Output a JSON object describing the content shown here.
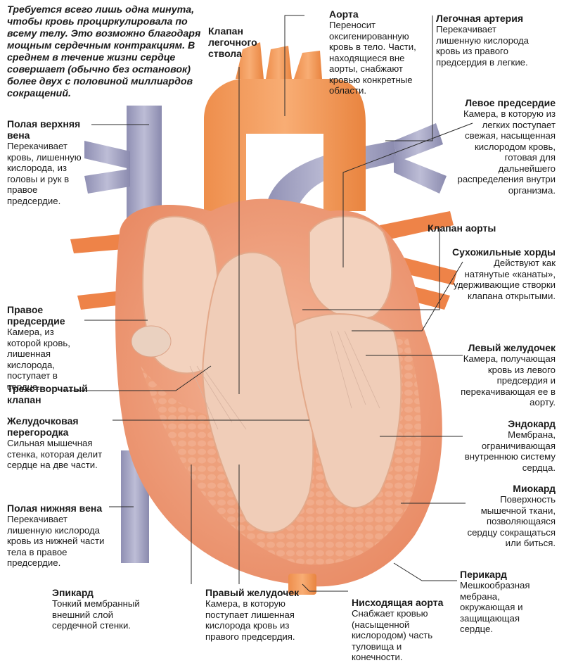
{
  "intro": "Требуется всего лишь одна минута, чтобы кровь проциркулировала по всему телу. Это возможно благодаря мощным сердечным контракциям. В среднем в течение жизни сердце совершает (обычно без остановок) более двух с половиной миллиардов сокращений.",
  "labels": {
    "svc": {
      "title": "Полая верхняя вена",
      "desc": "Перекачивает кровь, лишенную кислорода, из головы и рук в правое предсердие."
    },
    "pulm_valve": {
      "title": "Клапан легочного ствола"
    },
    "aorta": {
      "title": "Аорта",
      "desc": "Переносит оксигенированную кровь в тело. Части, находящиеся вне аорты, снабжают кровью конкретные области."
    },
    "pulm_artery": {
      "title": "Легочная артерия",
      "desc": "Перекачивает лишенную кислорода кровь из правого предсердия в легкие."
    },
    "left_atrium": {
      "title": "Левое предсердие",
      "desc": "Камера, в которую из легких поступает свежая, насыщенная кислородом кровь, готовая для дальнейшего распределения внутри организма."
    },
    "aortic_valve": {
      "title": "Клапан аорты"
    },
    "chordae": {
      "title": "Сухожильные хорды",
      "desc": "Действуют как натянутые «канаты», удерживающие створки клапана открытыми."
    },
    "right_atrium": {
      "title": "Правое предсердие",
      "desc": "Камера, из которой кровь, лишенная кислорода, поступает в сердце."
    },
    "tricuspid": {
      "title": "Трехстворчатый клапан"
    },
    "left_ventricle": {
      "title": "Левый желудочек",
      "desc": "Камера, получающая кровь из левого предсердия и перекачивающая ее в аорту."
    },
    "septum": {
      "title": "Желудочковая перегородка",
      "desc": "Сильная мышечная стенка, которая делит сердце на две части."
    },
    "endocardium": {
      "title": "Эндокард",
      "desc": "Мембрана, ограничивающая внутреннюю систему сердца."
    },
    "ivc": {
      "title": "Полая нижняя вена",
      "desc": "Перекачивает лишенную кислорода кровь из нижней части тела в правое предсердие."
    },
    "myocardium": {
      "title": "Миокард",
      "desc": "Поверхность мышечной ткани, позволяющаяся сердцу сокращаться или биться."
    },
    "pericardium": {
      "title": "Перикард",
      "desc": "Мешкообразная мебрана, окружающая и защищающая сердце."
    },
    "epicardium": {
      "title": "Эпикард",
      "desc": "Тонкий мембранный внешний слой сердечной стенки."
    },
    "right_ventricle": {
      "title": "Правый желудочек",
      "desc": "Камера, в которую поступает лишенная кислорода кровь из правого предсердия."
    },
    "desc_aorta": {
      "title": "Нисходящая аорта",
      "desc": "Снабжает кровью (насыщенной кислородом) часть туловища и конечности."
    }
  },
  "colors": {
    "heart_outer": "#f0a582",
    "heart_inner": "#e9b49a",
    "chamber": "#f3d4c2",
    "aorta": "#f39a5a",
    "vein": "#a7a7c4",
    "artery_branch": "#f08a4a",
    "myocardium_texture": "#e8956e"
  }
}
